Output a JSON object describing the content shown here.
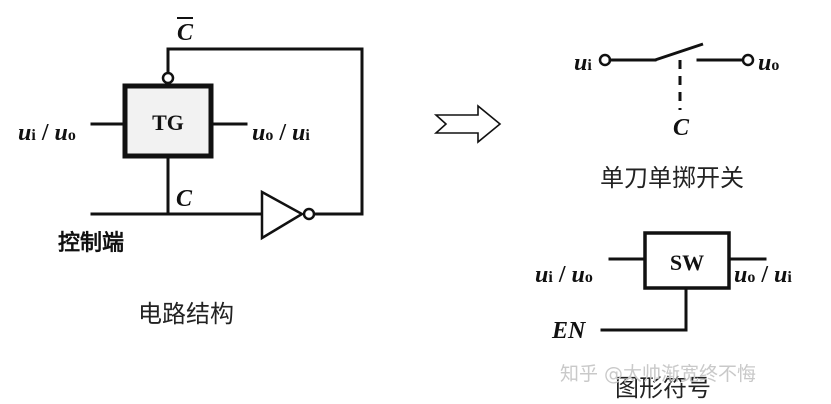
{
  "tg": {
    "box_label": "TG",
    "left_io": {
      "u": "u",
      "i": "i",
      "sep": " / ",
      "u2": "u",
      "o": "o"
    },
    "right_io": {
      "u": "u",
      "o": "o",
      "sep": " / ",
      "u2": "u",
      "i": "i"
    },
    "c_bar": "C",
    "c": "C",
    "control_label": "控制端",
    "caption": "电路结构"
  },
  "spst": {
    "in_u": "u",
    "in_i": "i",
    "out_u": "u",
    "out_o": "o",
    "c": "C",
    "caption": "单刀单掷开关"
  },
  "sw": {
    "box_label": "SW",
    "left_io": {
      "u": "u",
      "i": "i",
      "sep": " / ",
      "u2": "u",
      "o": "o"
    },
    "right_io": {
      "u": "u",
      "o": "o",
      "sep": " / ",
      "u2": "u",
      "i": "i"
    },
    "en": "EN",
    "caption": "图形符号"
  },
  "watermark": "知乎 @太帅渐宽终不悔",
  "colors": {
    "line": "#111111",
    "box_fill": "#f2f2f2",
    "watermark": "#c9c9c9"
  }
}
